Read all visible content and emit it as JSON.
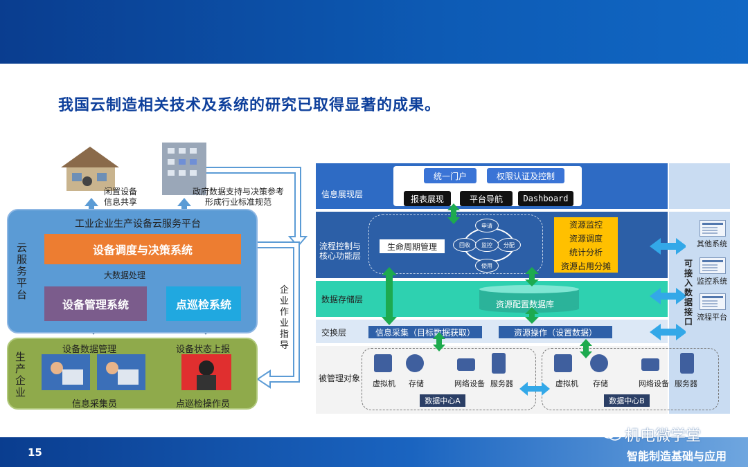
{
  "slide": {
    "heading": "我国云制造相关技术及系统的研究已取得显著的成果。",
    "page_number": "15",
    "watermark": "机电微学堂",
    "footer_right": "智能制造基础与应用"
  },
  "left_diagram": {
    "idle_equipment": "闲置设备\n信息共享",
    "gov_data": "政府数据支持与决策参考\n形成行业标准规范",
    "platform_title": "工业企业生产设备云服务平台",
    "cloud_platform_label": "云\n服\n务\n平\n台",
    "decision_system": "设备调度与决策系统",
    "big_data": "大数据处理",
    "device_mgmt_system": "设备管理系统",
    "inspection_system": "点巡检系统",
    "enterprise_guidance": "企\n业\n作\n业\n指\n导",
    "production_enterprise": "生\n产\n企\n业",
    "device_data_mgmt": "设备数据管理",
    "device_status_report": "设备状态上报",
    "info_collector": "信息采集员",
    "inspection_operator": "点巡检操作员"
  },
  "right_diagram": {
    "layers": {
      "display": "信息展现层",
      "process": "流程控制与\n核心功能层",
      "storage": "数据存储层",
      "exchange": "交换层",
      "managed": "被管理对象"
    },
    "display_buttons": [
      "统一门户",
      "权限认证及控制",
      "报表展现",
      "平台导航",
      "Dashboard"
    ],
    "lifecycle": "生命周期管理",
    "cycle": [
      "申请",
      "分配",
      "使用",
      "回收",
      "监控"
    ],
    "resource_functions": [
      "资源监控",
      "资源调度",
      "统计分析",
      "资源占用分摊"
    ],
    "resource_db": "资源配置数据库",
    "info_collection": "信息采集（目标数据获取）",
    "resource_ops": "资源操作（设置数据）",
    "devices": [
      "虚拟机",
      "存储",
      "网络设备",
      "服务器"
    ],
    "datacenters": [
      "数据中心A",
      "数据中心B"
    ],
    "interface_label": "可\n接\n入\n数\n据\n接\n口",
    "systems": [
      "其他系统",
      "监控系统",
      "流程平台"
    ]
  }
}
